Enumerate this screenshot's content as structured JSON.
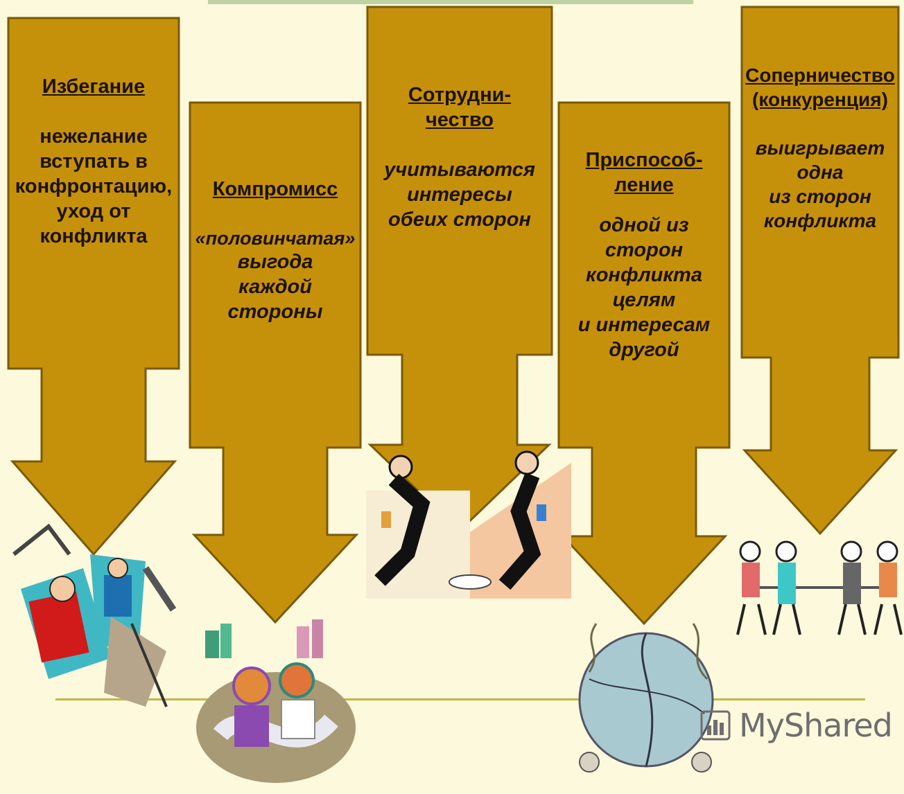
{
  "colors": {
    "background": "#fdf9dc",
    "arrow_fill": "#c6910a",
    "arrow_stroke": "#7a5a08",
    "text": "#1c1208",
    "line": "#c2b64a"
  },
  "strategies": [
    {
      "title": "Избегание",
      "description_lines": [
        "нежелание",
        "вступать в",
        "конфронтацию,",
        "уход от",
        "конфликта"
      ],
      "italic": false,
      "illustration": "planes-and-people-clipart"
    },
    {
      "title": "Компромисс",
      "description_lines": [
        "«половинчатая»",
        "выгода",
        "каждой",
        "стороны"
      ],
      "italic": true,
      "illustration": "two-people-on-road-clipart"
    },
    {
      "title_lines": [
        "Сотрудни-",
        "чество"
      ],
      "description_lines": [
        "учитываются",
        "интересы",
        "обеих сторон"
      ],
      "italic": true,
      "illustration": "handshake-businessmen-clipart"
    },
    {
      "title_lines": [
        "Приспособ-",
        "ление"
      ],
      "description_lines": [
        "одной из",
        "сторон",
        "конфликта",
        "целям",
        "и интересам",
        "другой"
      ],
      "italic": true,
      "illustration": "globe-puzzle-clipart"
    },
    {
      "title_lines": [
        "Соперничество",
        "(конкуренция)"
      ],
      "description_lines": [
        "выигрывает",
        "одна",
        "из сторон",
        "конфликта"
      ],
      "italic": true,
      "illustration": "tug-of-war-clipart"
    }
  ],
  "watermark": {
    "text": "MyShared",
    "icon": "chart-logo-icon"
  }
}
